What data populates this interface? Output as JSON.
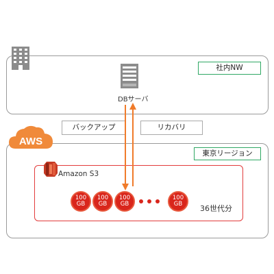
{
  "onprem": {
    "network_label": "社内NW"
  },
  "db_server": {
    "label": "DBサーバ"
  },
  "flows": {
    "backup_label": "バックアップ",
    "recovery_label": "リカバリ"
  },
  "aws": {
    "badge_label": "AWS",
    "region_label": "東京リージョン"
  },
  "s3": {
    "service_label": "Amazon S3",
    "disks": [
      "100 GB",
      "100 GB",
      "100 GB",
      "100 GB"
    ],
    "generations_label": "36世代分"
  },
  "colors": {
    "aws_orange": "#f08a3a",
    "s3_red": "#d9261c",
    "tag_green": "#2ea763",
    "arrow_orange": "#f07b2a"
  }
}
